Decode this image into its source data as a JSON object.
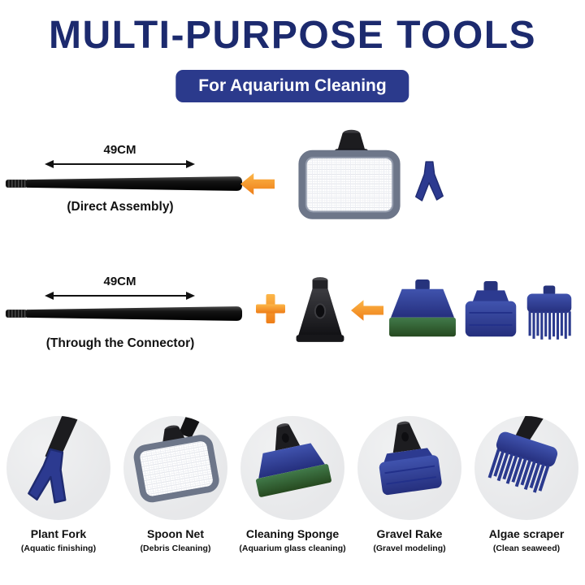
{
  "header": {
    "title": "MULTI-PURPOSE TOOLS",
    "subtitle": "For Aquarium Cleaning"
  },
  "sections": {
    "direct": {
      "length": "49CM",
      "caption": "(Direct Assembly)"
    },
    "connector": {
      "length": "49CM",
      "caption": "(Through the Connector)"
    }
  },
  "products": [
    {
      "name": "Plant Fork",
      "desc": "(Aquatic finishing)"
    },
    {
      "name": "Spoon Net",
      "desc": "(Debris Cleaning)"
    },
    {
      "name": "Cleaning Sponge",
      "desc": "(Aquarium glass cleaning)"
    },
    {
      "name": "Gravel Rake",
      "desc": "(Gravel modeling)"
    },
    {
      "name": "Algae scraper",
      "desc": "(Clean seaweed)"
    }
  ],
  "icons": {
    "arrow": "orange-arrow-left-icon",
    "plus": "plus-icon",
    "dimension": "dimension-arrow-icon",
    "pole": "telescopic-pole-icon",
    "net": "spoon-net-icon",
    "fork": "plant-fork-icon",
    "connector": "connector-attachment-icon",
    "sponge": "cleaning-sponge-icon",
    "rake": "gravel-rake-icon",
    "comb": "algae-scraper-icon"
  },
  "colors": {
    "title": "#1c2a6e",
    "banner-bg": "#2b3a8c",
    "banner-text": "#ffffff",
    "accent-orange": "#f7941e",
    "tool-navy": "#2e3d93",
    "sponge-green": "#30613a",
    "text-black": "#111111",
    "circle-bg": "#e7e8ea"
  }
}
